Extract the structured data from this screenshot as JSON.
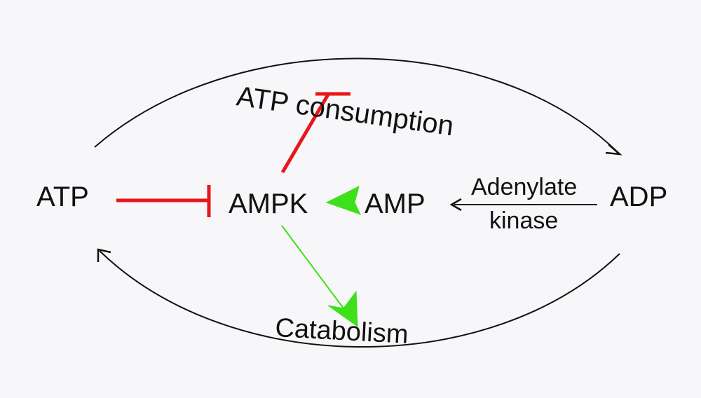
{
  "nodes": {
    "atp": "ATP",
    "ampk": "AMPK",
    "amp": "AMP",
    "adp": "ADP",
    "atp_consumption": "ATP consumption",
    "catabolism": "Catabolism",
    "enzyme_line1": "Adenylate",
    "enzyme_line2": "kinase"
  },
  "colors": {
    "inhibition": "#e8161b",
    "activation": "#3ee01a",
    "cycle": "#111111",
    "text": "#111111",
    "background": "#f7f7f9"
  }
}
